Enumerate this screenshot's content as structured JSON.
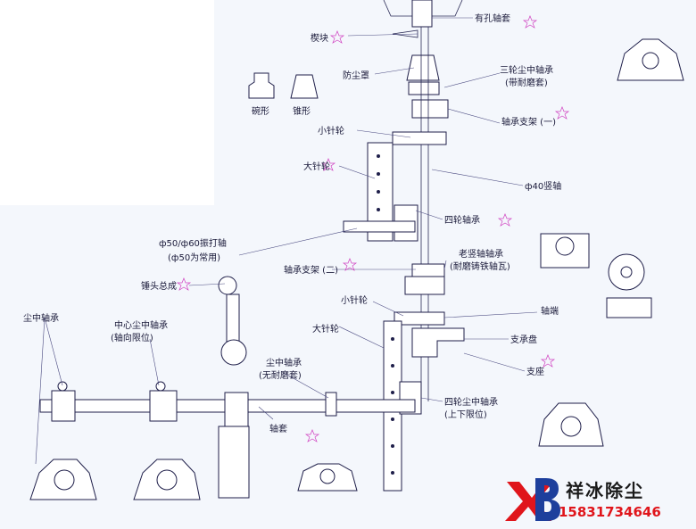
{
  "labels": {
    "sleeve_with_hole": "有孔轴套",
    "wedge": "楔块",
    "dust_cover": "防尘罩",
    "bowl_shape": "碗形",
    "cone_shape": "锥形",
    "three_wheel_bearing_1": "三轮尘中轴承",
    "three_wheel_bearing_2": "(带耐磨套)",
    "bearing_bracket_1": "轴承支架 (一)",
    "small_pin_wheel_top": "小针轮",
    "large_pin_wheel_top": "大针轮",
    "vertical_shaft_40": "ф40竖轴",
    "four_wheel_bearing": "四轮轴承",
    "vibration_shaft_1": "ф50/ф60振打轴",
    "vibration_shaft_2": "(ф50为常用)",
    "old_vertical_bearing_1": "老竖轴轴承",
    "old_vertical_bearing_2": "(耐磨铸铁轴瓦)",
    "bearing_bracket_2": "轴承支架 (二)",
    "hammer_assembly": "锤头总成",
    "small_pin_wheel_mid": "小针轮",
    "shaft_end": "轴端",
    "dust_bearing_left": "尘中轴承",
    "center_dust_bearing_1": "中心尘中轴承",
    "center_dust_bearing_2": "(轴向限位)",
    "large_pin_wheel_mid": "大针轮",
    "support_plate": "支承盘",
    "support_seat": "支座",
    "dust_bearing_no_sleeve_1": "尘中轴承",
    "dust_bearing_no_sleeve_2": "(无耐磨套)",
    "four_wheel_dust_bearing_1": "四轮尘中轴承",
    "four_wheel_dust_bearing_2": "(上下限位)",
    "sleeve": "轴套"
  },
  "brand": {
    "logo_text": "XB",
    "company_name": "祥冰除尘",
    "phone": "15831734646",
    "logo_colors": {
      "x": "#e0151b",
      "b": "#1d3f9c"
    }
  }
}
